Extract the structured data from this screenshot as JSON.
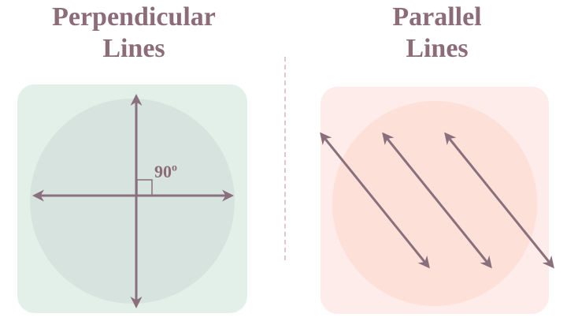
{
  "left": {
    "title_line1": "Perpendicular",
    "title_line2": "Lines",
    "angle_label": "90",
    "angle_unit": "o",
    "panel_color": "#e3efe9",
    "circle_color": "#d7e3df"
  },
  "right": {
    "title_line1": "Parallel",
    "title_line2": "Lines",
    "panel_color": "#fdecea",
    "circle_color": "#fde0d8"
  },
  "colors": {
    "text": "#8c6c78",
    "lines": "#8a707c",
    "divider": "#e3c6cc"
  }
}
